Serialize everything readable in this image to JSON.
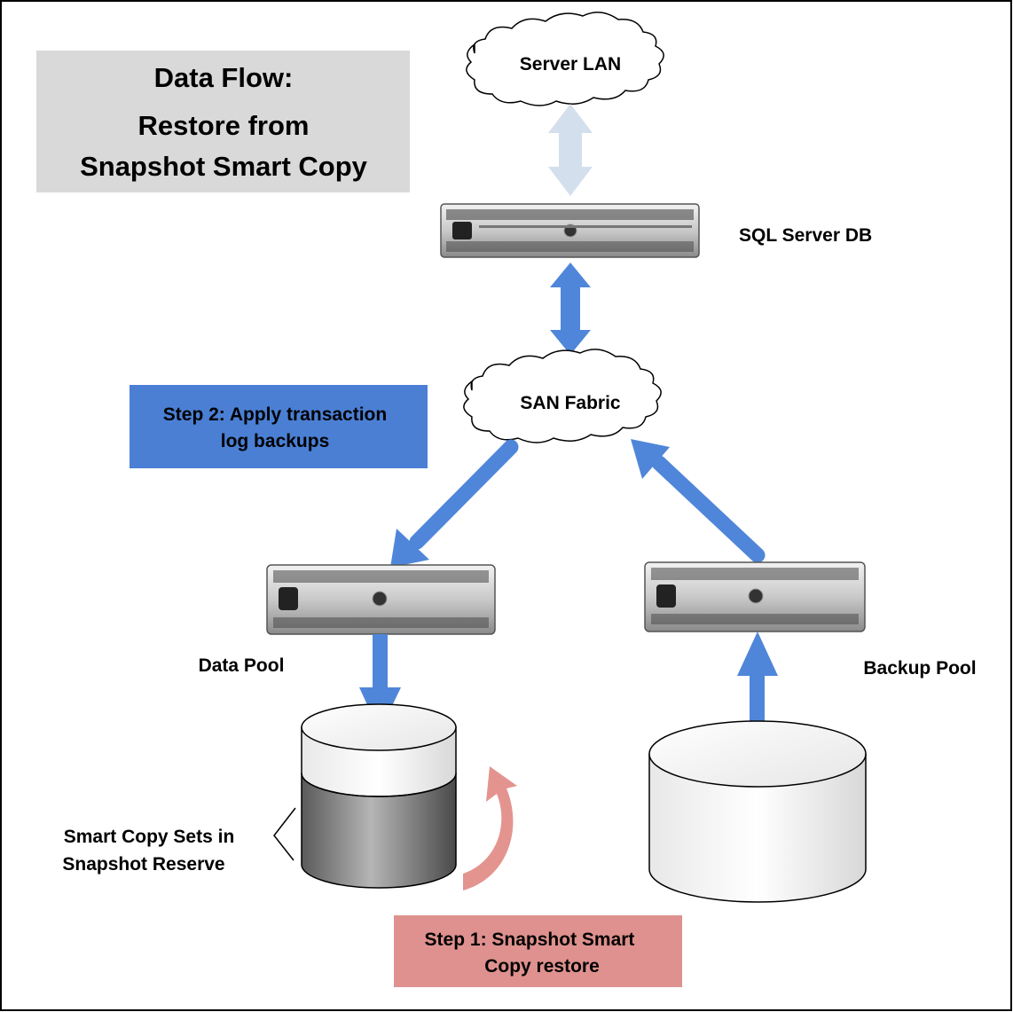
{
  "title": {
    "line1": "Data Flow:",
    "line2": "Restore from",
    "line3": "Snapshot Smart Copy"
  },
  "nodes": {
    "server_lan": "Server LAN",
    "sql_server": "SQL Server DB",
    "san_fabric": "SAN Fabric",
    "data_pool": "Data Pool",
    "backup_pool": "Backup Pool",
    "smart_copy_line1": "Smart Copy Sets in",
    "smart_copy_line2": "Snapshot Reserve"
  },
  "steps": {
    "step2_line1": "Step 2: Apply transaction",
    "step2_line2": "log backups",
    "step1_line1": "Step 1: Snapshot Smart",
    "step1_line2": "Copy restore"
  },
  "colors": {
    "flow_arrow": "#4f86d9",
    "lan_arrow": "#d4dfee",
    "restore_arrow": "#e4948f",
    "step2_box": "#4a7fd4",
    "step1_box": "#de918e",
    "title_box": "#d9d9d9",
    "reserve_fill": "#707070"
  }
}
